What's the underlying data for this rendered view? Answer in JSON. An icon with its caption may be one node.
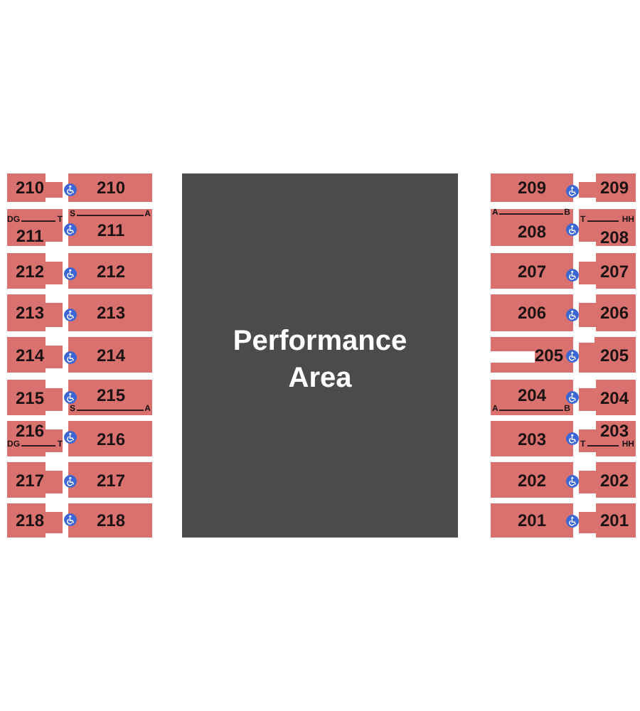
{
  "diagram": {
    "nodes": [
      {
        "text": [
          "210"
        ]
      },
      {
        "text": [
          "210"
        ]
      },
      {
        "text": [
          "Performance Area"
        ]
      },
      {
        "text": [
          "209"
        ]
      },
      {
        "text": [
          "209"
        ]
      },
      {
        "text": [
          "DG",
          "T",
          "211"
        ]
      },
      {
        "text": [
          "S",
          "A",
          "211"
        ]
      },
      {
        "text": [
          "A",
          "B",
          "208"
        ]
      },
      {
        "text": [
          "T",
          "HH",
          "208"
        ]
      },
      {
        "text": [
          "212"
        ]
      },
      {
        "text": [
          "212"
        ]
      },
      {
        "text": [
          "207"
        ]
      },
      {
        "text": [
          "207"
        ]
      },
      {
        "text": [
          "213"
        ]
      },
      {
        "text": [
          "213"
        ]
      },
      {
        "text": [
          "206"
        ]
      },
      {
        "text": [
          "206"
        ]
      },
      {
        "text": [
          "214"
        ]
      },
      {
        "text": [
          "214"
        ]
      },
      {
        "text": [
          "205"
        ]
      },
      {
        "text": [
          "205"
        ]
      },
      {
        "text": [
          "215"
        ]
      },
      {
        "text": [
          "215",
          "S",
          "A"
        ]
      },
      {
        "text": [
          "204",
          "A",
          "B"
        ]
      },
      {
        "text": [
          "204"
        ]
      },
      {
        "text": [
          "216",
          "DG",
          "T"
        ]
      },
      {
        "text": [
          "216"
        ]
      },
      {
        "text": [
          "203"
        ]
      },
      {
        "text": [
          "203",
          "T",
          "HH"
        ]
      },
      {
        "text": [
          "217"
        ]
      },
      {
        "text": [
          "217"
        ]
      },
      {
        "text": [
          "202"
        ]
      },
      {
        "text": [
          "202"
        ]
      },
      {
        "text": [
          "218"
        ]
      },
      {
        "text": [
          "218"
        ]
      },
      {
        "text": [
          "201"
        ]
      },
      {
        "text": [
          "201"
        ]
      }
    ]
  }
}
